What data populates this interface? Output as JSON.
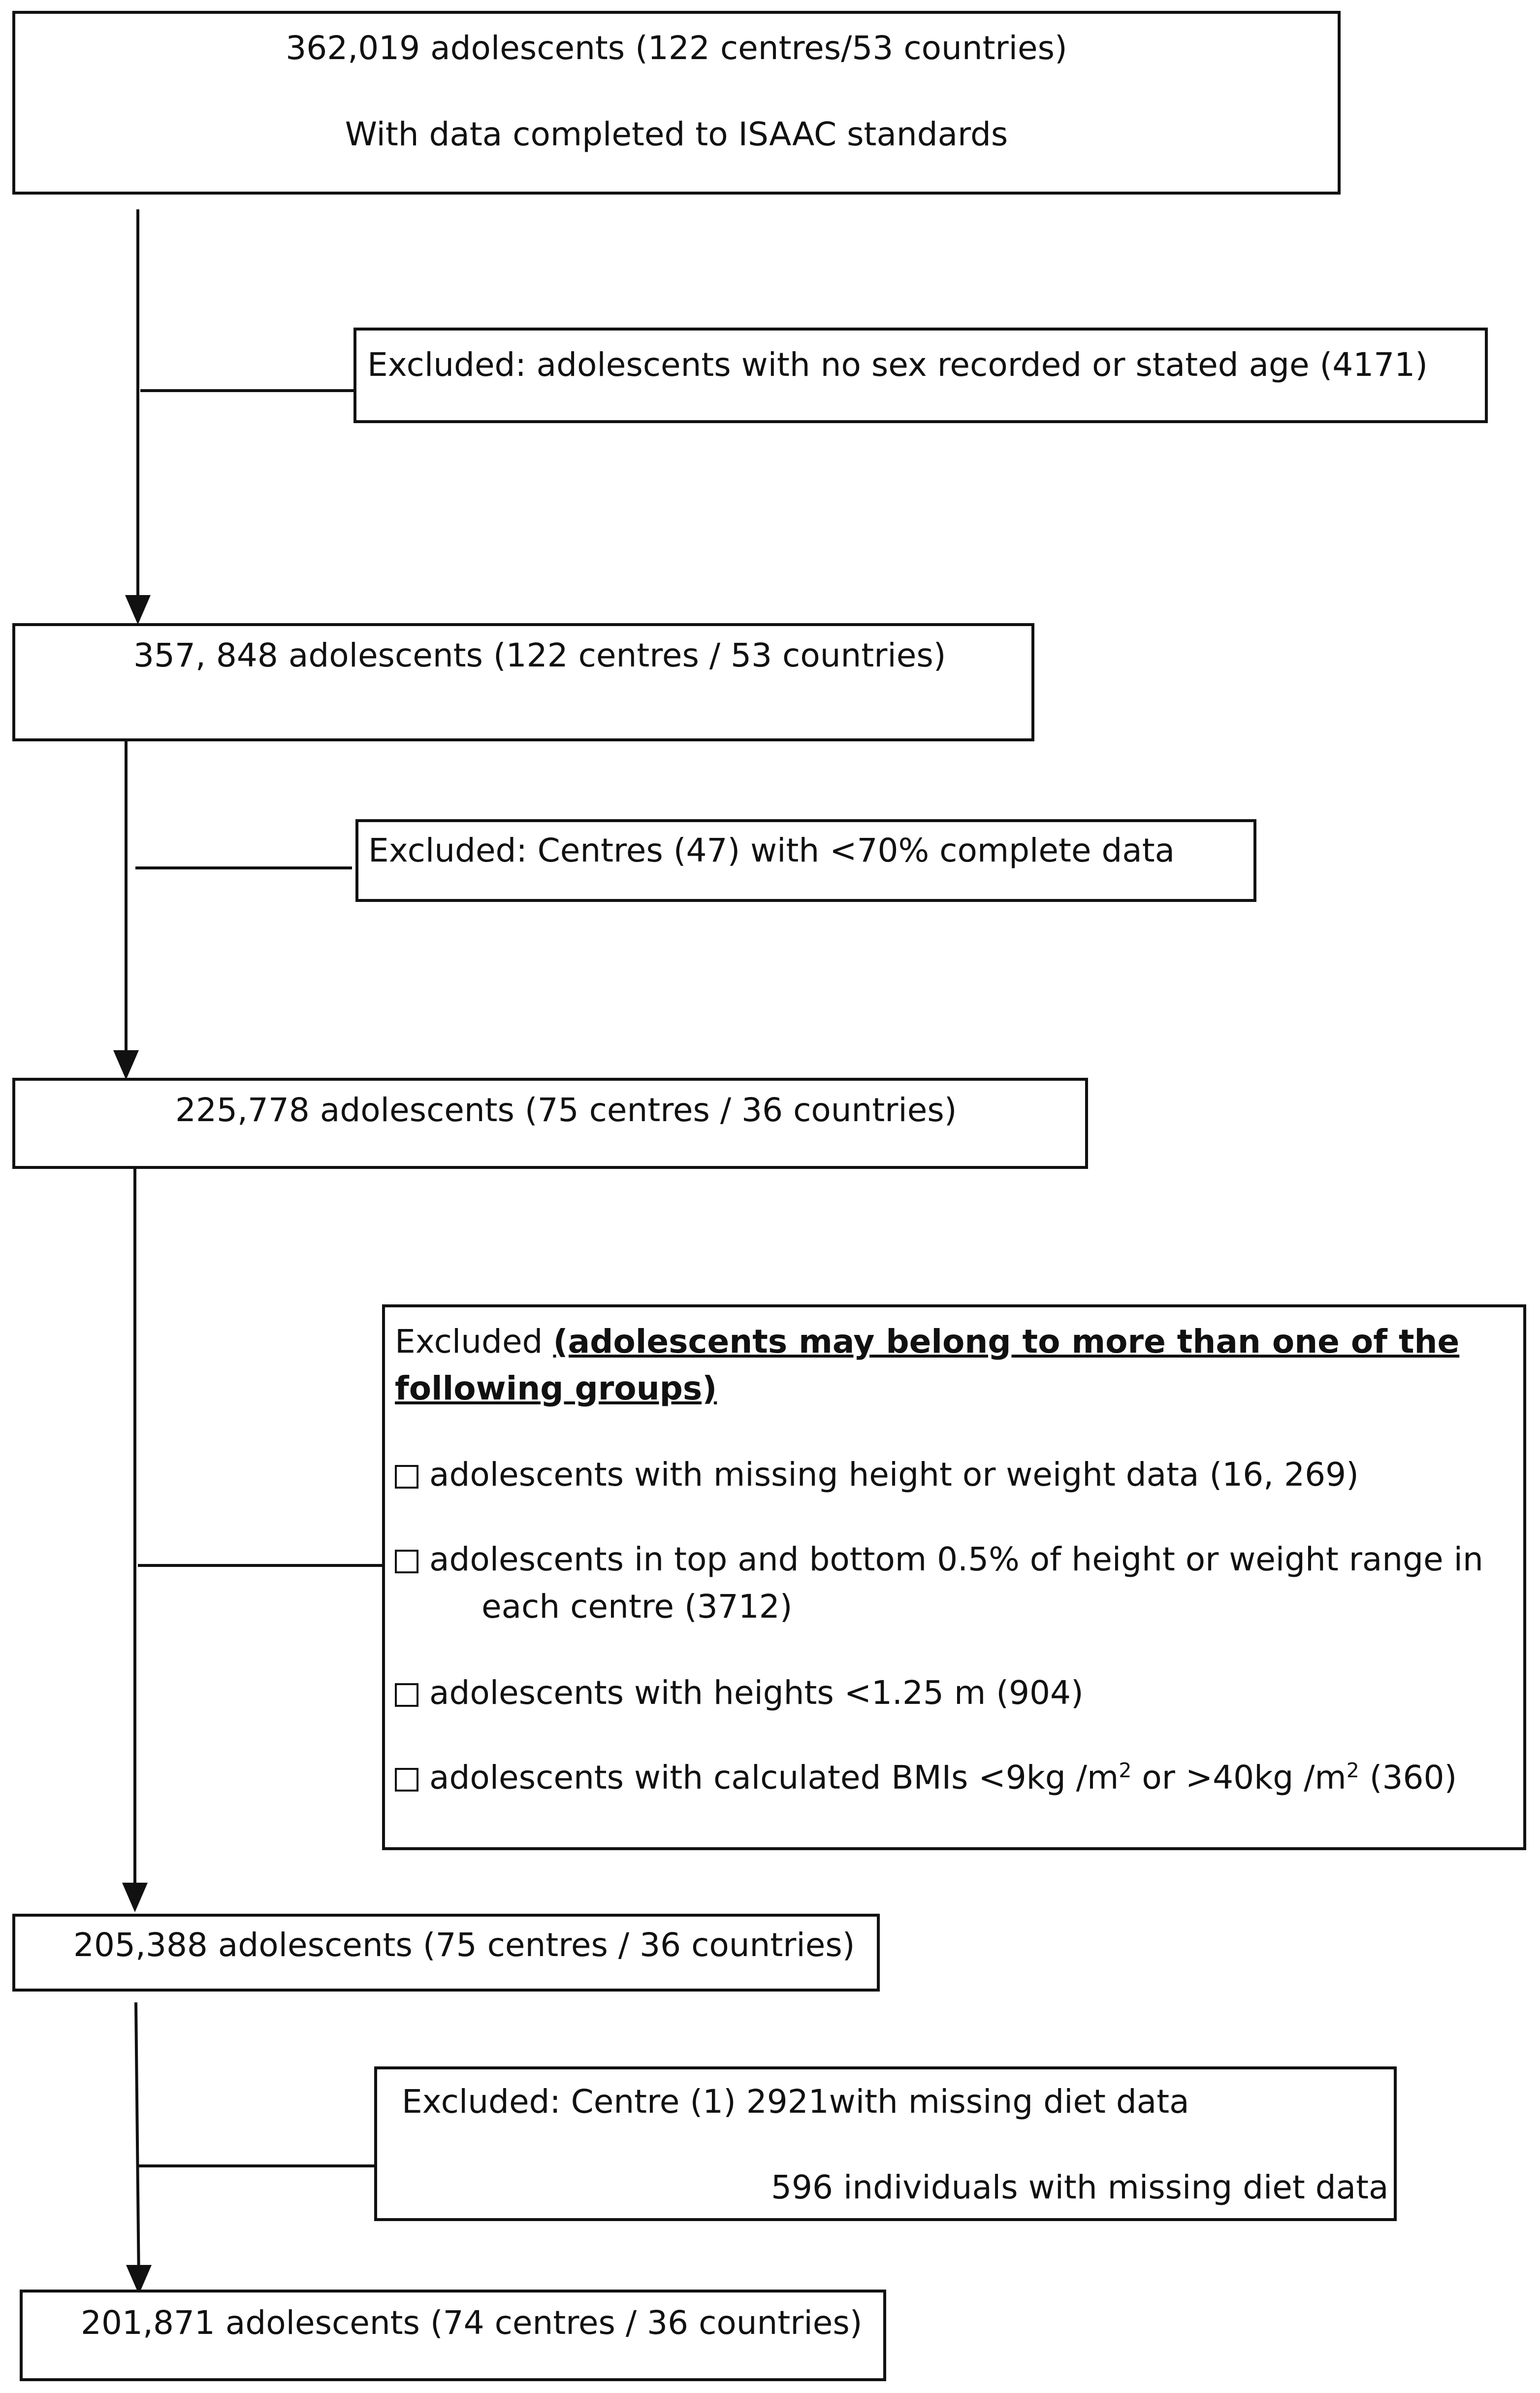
{
  "stage1": {
    "line1": "362,019 adolescents (122 centres/53 countries)",
    "line2": "With data completed to ISAAC standards"
  },
  "exclusion1": {
    "text": "Excluded: adolescents with no sex recorded or stated age (4171)"
  },
  "stage2": {
    "text": "357, 848 adolescents (122 centres / 53 countries)"
  },
  "exclusion2": {
    "text": "Excluded: Centres (47) with <70% complete data"
  },
  "stage3": {
    "text": "225,778 adolescents (75 centres / 36 countries)"
  },
  "exclusion3": {
    "prefix": "Excluded ",
    "heading_line1": "(adolescents may belong to more than one of the",
    "heading_line2": "following groups)",
    "items": [
      {
        "text": "adolescents  with missing height or weight data (16, 269)"
      },
      {
        "line1": "adolescents   in top and bottom 0.5% of height or weight range in",
        "line2": "each centre (3712)"
      },
      {
        "text": "adolescents  with heights <1.25 m (904)"
      },
      {
        "a": "adolescents  with calculated BMIs <9kg /m",
        "sup1": "2",
        "b": " or  >40kg /m",
        "sup2": "2",
        "c": " (360)"
      }
    ]
  },
  "stage4": {
    "text": "205,388 adolescents (75 centres / 36 countries)"
  },
  "exclusion4": {
    "line1": "Excluded: Centre (1)   2921with missing diet data",
    "line2": "596 individuals with missing diet data"
  },
  "stage5": {
    "text": "201,871 adolescents (74 centres / 36 countries)"
  }
}
